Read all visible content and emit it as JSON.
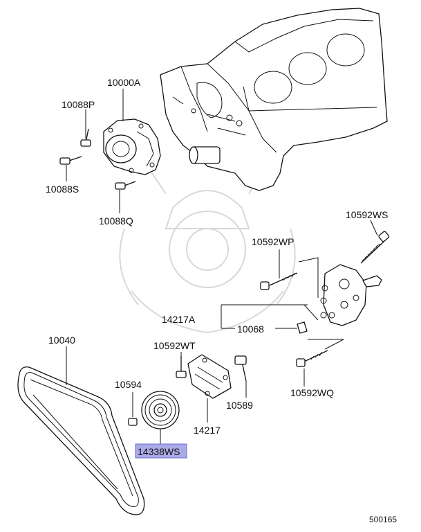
{
  "diagram": {
    "labels": {
      "p10000A": "10000A",
      "p10088P": "10088P",
      "p10088S": "10088S",
      "p10088Q": "10088Q",
      "p10592WS": "10592WS",
      "p10592WP": "10592WP",
      "p14217A": "14217A",
      "p10068": "10068",
      "p10040": "10040",
      "p10592WT": "10592WT",
      "p10594": "10594",
      "p10589": "10589",
      "p10592WQ": "10592WQ",
      "p14217": "14217",
      "p14338WS": "14338WS"
    },
    "highlight_color": "#aaaae8",
    "figure_number": "500165"
  }
}
